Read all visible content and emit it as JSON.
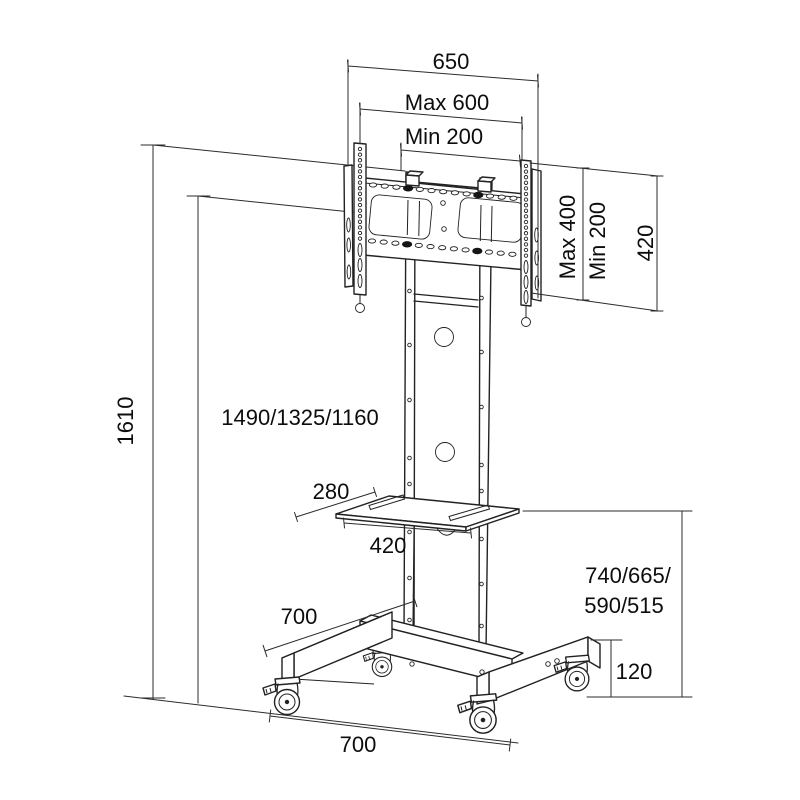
{
  "drawing": {
    "type": "technical-dimension-drawing",
    "subject": "mobile TV trolley stand with VESA bracket, media shelf and locking casters"
  },
  "labels": {
    "overall_width": "650",
    "vesa_width_max": "Max 600",
    "vesa_width_min": "Min 200",
    "vesa_height_max": "Max 400",
    "vesa_height_min": "Min 200",
    "bracket_plate_height": "420",
    "overall_height": "1610",
    "mount_height_options": "1490/1325/1160",
    "shelf_depth": "280",
    "shelf_width": "420",
    "base_side_depth": "700",
    "shelf_height_options_line1": "740/665/",
    "shelf_height_options_line2": "590/515",
    "base_height": "120",
    "base_front_width": "700"
  }
}
